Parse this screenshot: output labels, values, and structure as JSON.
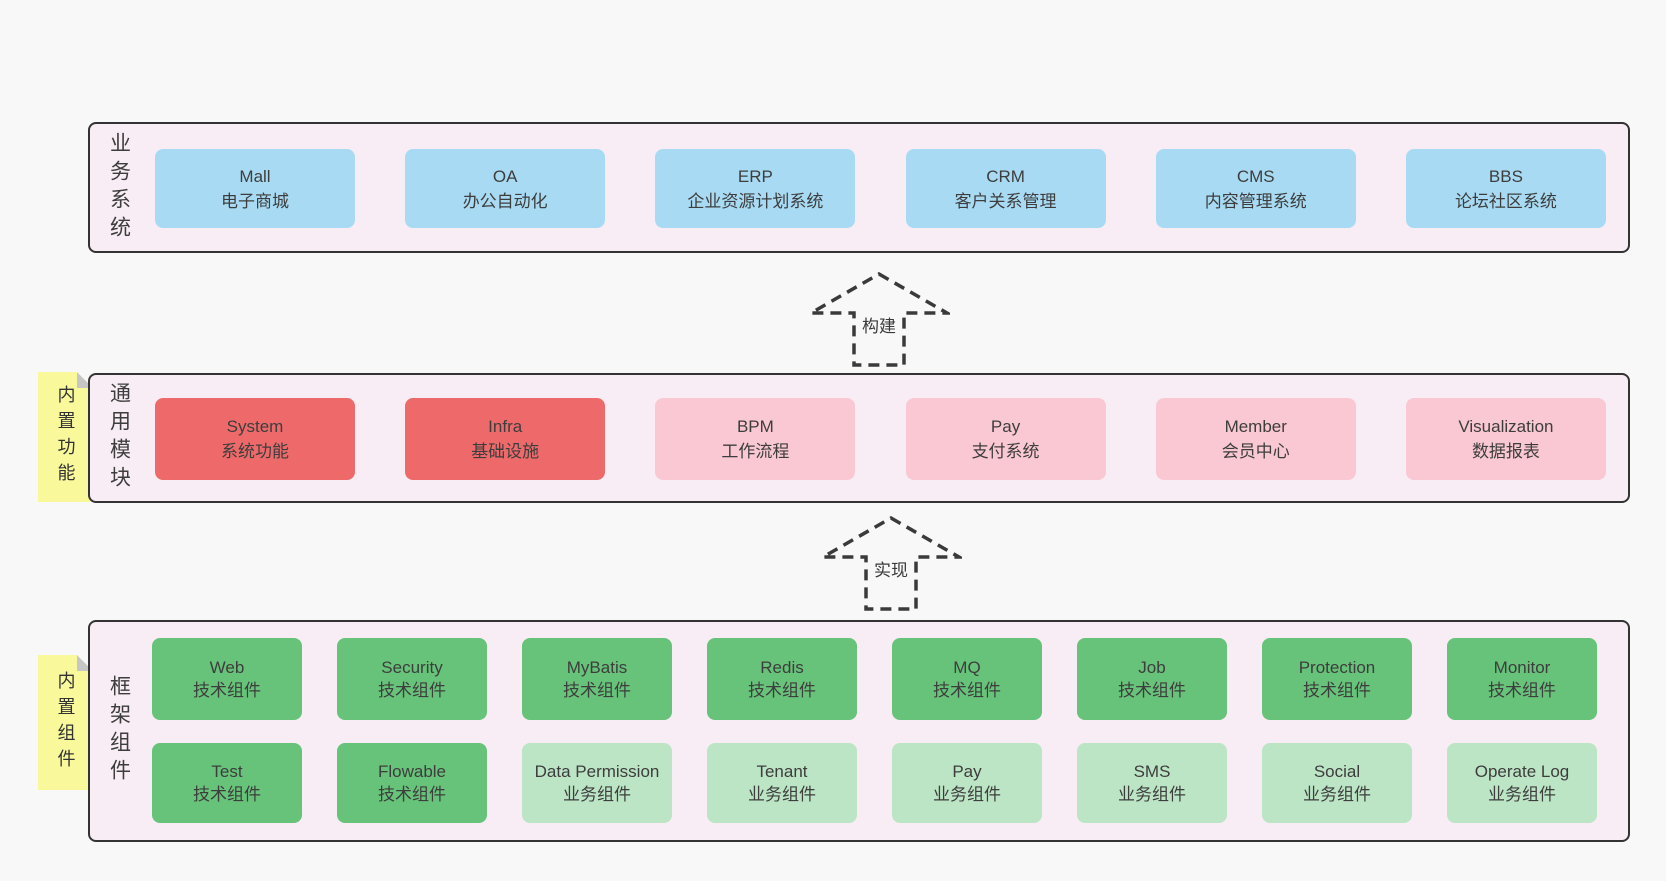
{
  "colors": {
    "page_bg": "#f8f8f8",
    "panel_bg": "#f8edf5",
    "panel_border": "#333333",
    "business_box": "#a8dbf3",
    "core_module_box": "#ee6a6a",
    "module_box": "#f9c8d2",
    "tech_component_box": "#67c379",
    "biz_component_box": "#bce5c5",
    "note_bg": "#f9f99c",
    "note_fold": "#c6c6c6",
    "text": "#3d3d3d"
  },
  "business": {
    "label": "业务系统",
    "boxes": [
      {
        "name": "Mall",
        "sub": "电子商城"
      },
      {
        "name": "OA",
        "sub": "办公自动化"
      },
      {
        "name": "ERP",
        "sub": "企业资源计划系统"
      },
      {
        "name": "CRM",
        "sub": "客户关系管理"
      },
      {
        "name": "CMS",
        "sub": "内容管理系统"
      },
      {
        "name": "BBS",
        "sub": "论坛社区系统"
      }
    ]
  },
  "arrows": {
    "build": "构建",
    "implement": "实现"
  },
  "modules": {
    "label": "通用模块",
    "note": "内置功能",
    "boxes": [
      {
        "name": "System",
        "sub": "系统功能"
      },
      {
        "name": "Infra",
        "sub": "基础设施"
      },
      {
        "name": "BPM",
        "sub": "工作流程"
      },
      {
        "name": "Pay",
        "sub": "支付系统"
      },
      {
        "name": "Member",
        "sub": "会员中心"
      },
      {
        "name": "Visualization",
        "sub": "数据报表"
      }
    ]
  },
  "components": {
    "label": "框架组件",
    "note": "内置组件",
    "row1": [
      {
        "name": "Web",
        "sub": "技术组件"
      },
      {
        "name": "Security",
        "sub": "技术组件"
      },
      {
        "name": "MyBatis",
        "sub": "技术组件"
      },
      {
        "name": "Redis",
        "sub": "技术组件"
      },
      {
        "name": "MQ",
        "sub": "技术组件"
      },
      {
        "name": "Job",
        "sub": "技术组件"
      },
      {
        "name": "Protection",
        "sub": "技术组件"
      },
      {
        "name": "Monitor",
        "sub": "技术组件"
      }
    ],
    "row2": [
      {
        "name": "Test",
        "sub": "技术组件"
      },
      {
        "name": "Flowable",
        "sub": "技术组件"
      },
      {
        "name": "Data Permission",
        "sub": "业务组件"
      },
      {
        "name": "Tenant",
        "sub": "业务组件"
      },
      {
        "name": "Pay",
        "sub": "业务组件"
      },
      {
        "name": "SMS",
        "sub": "业务组件"
      },
      {
        "name": "Social",
        "sub": "业务组件"
      },
      {
        "name": "Operate Log",
        "sub": "业务组件"
      }
    ]
  }
}
